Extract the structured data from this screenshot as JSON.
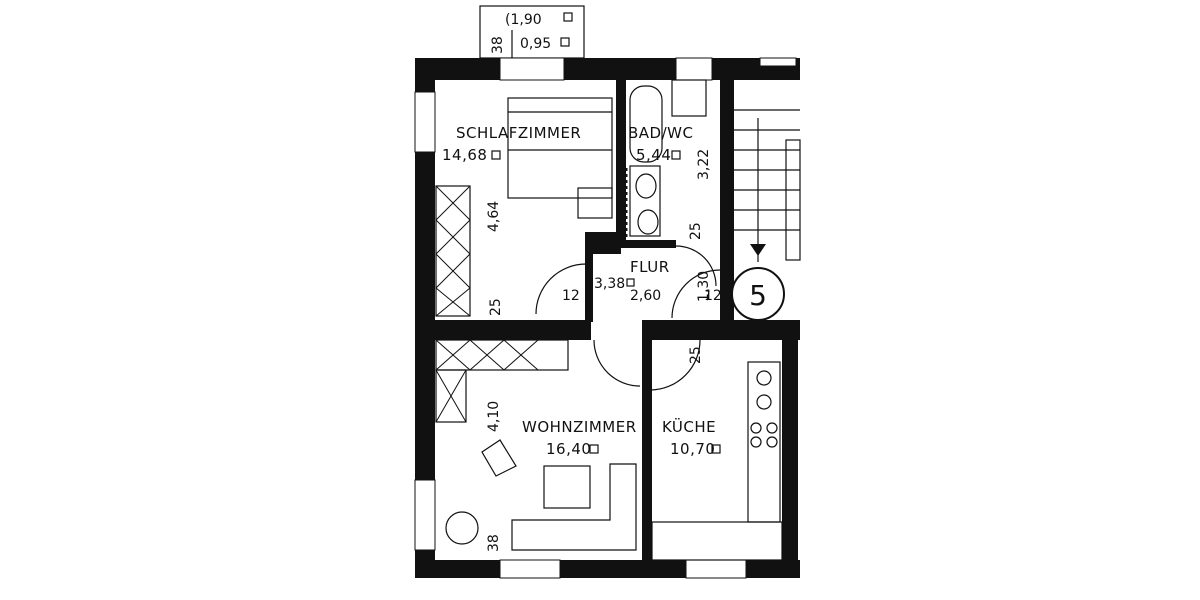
{
  "rooms": {
    "schlafzimmer": {
      "name": "SCHLAFZIMMER",
      "area": "14,68"
    },
    "bad": {
      "name": "BAD/WC",
      "area": "5,44"
    },
    "flur": {
      "name": "FLUR",
      "area1": "3,38",
      "area2": "2,60"
    },
    "wohnzimmer": {
      "name": "WOHNZIMMER",
      "area": "16,40"
    },
    "kueche": {
      "name": "KÜCHE",
      "area": "10,70"
    }
  },
  "balcony": {
    "line1": "(1,90",
    "line2": "0,95",
    "side": "38"
  },
  "dimensions": {
    "schlaf_height": "4,64",
    "bad_height": "3,22",
    "bad_door": "25",
    "flur_12_left": "12",
    "flur_12_right": "12",
    "flur_130": "1,30",
    "schlaf_25": "25",
    "kueche_25": "25",
    "wohn_height": "4,10",
    "wohn_38": "38"
  },
  "unit_number": "5"
}
